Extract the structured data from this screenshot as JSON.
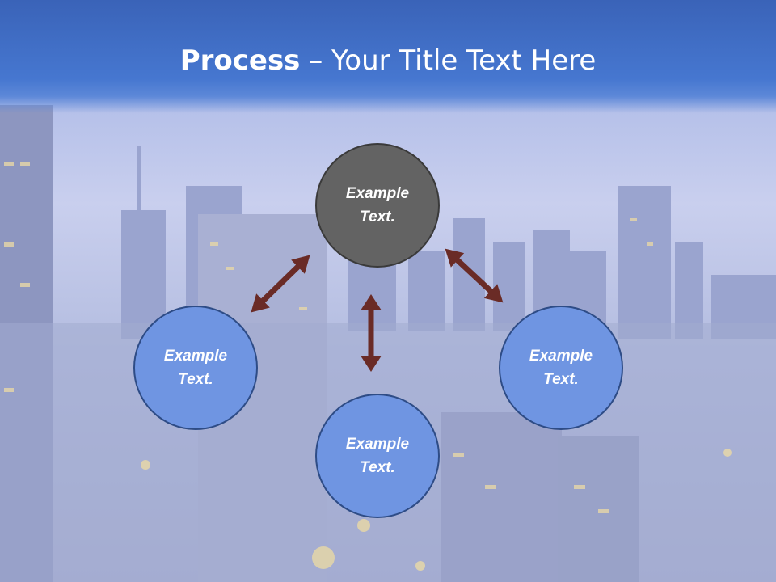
{
  "slide": {
    "title_bold": "Process",
    "title_rest": " – Your Title Text Here"
  },
  "diagram": {
    "center": {
      "label": "Example\nText.",
      "color": "#636363"
    },
    "nodes": [
      {
        "id": "left",
        "label": "Example\nText.",
        "color": "#6f95e2"
      },
      {
        "id": "bottom",
        "label": "Example\nText.",
        "color": "#6f95e2"
      },
      {
        "id": "right",
        "label": "Example\nText.",
        "color": "#6f95e2"
      }
    ],
    "arrow_color": "#6a2b26",
    "border_color": "#2e4c86"
  },
  "colors": {
    "header": "#4677d0",
    "background": "#aab6dd"
  }
}
